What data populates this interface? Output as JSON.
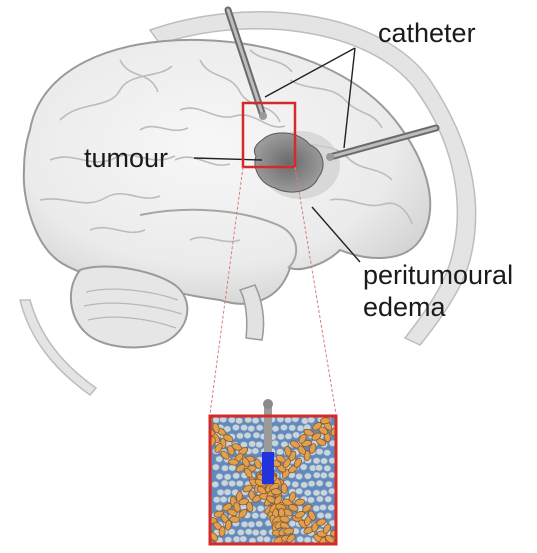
{
  "labels": {
    "catheter": "catheter",
    "tumour": "tumour",
    "edema_line1": "peritumoural",
    "edema_line2": "edema"
  },
  "colors": {
    "highlight_box": "#d42a2a",
    "catheter_shaft": "#9a9a9a",
    "catheter_tip": "#2233dd",
    "tumour_cells": "#e0a050",
    "tumour_cell_outline": "#8a5a2a",
    "healthy_cells": "#c9d4dc",
    "cell_background": "#5f8ac0"
  },
  "icons": {
    "brain": "brain-illustration",
    "skull": "skull-outline",
    "catheters": "catheter-needle",
    "inset": "cell-microscopy-inset"
  }
}
